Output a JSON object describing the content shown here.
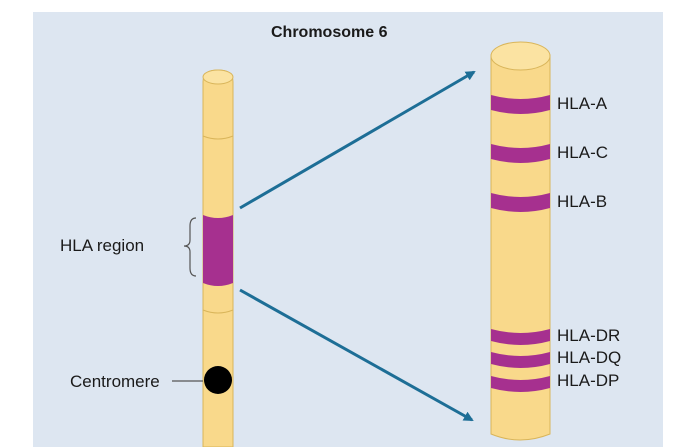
{
  "title": "Chromosome 6",
  "labels": {
    "hla_region": "HLA region",
    "centromere": "Centromere"
  },
  "genes": [
    "HLA-A",
    "HLA-C",
    "HLA-B",
    "HLA-DR",
    "HLA-DQ",
    "HLA-DP"
  ],
  "colors": {
    "background": "#dde6f1",
    "chromosome": "#f9d98b",
    "chromosome_outline": "#d9b55a",
    "band": "#a6308f",
    "centromere": "#000000",
    "arrow": "#1d6e96"
  }
}
